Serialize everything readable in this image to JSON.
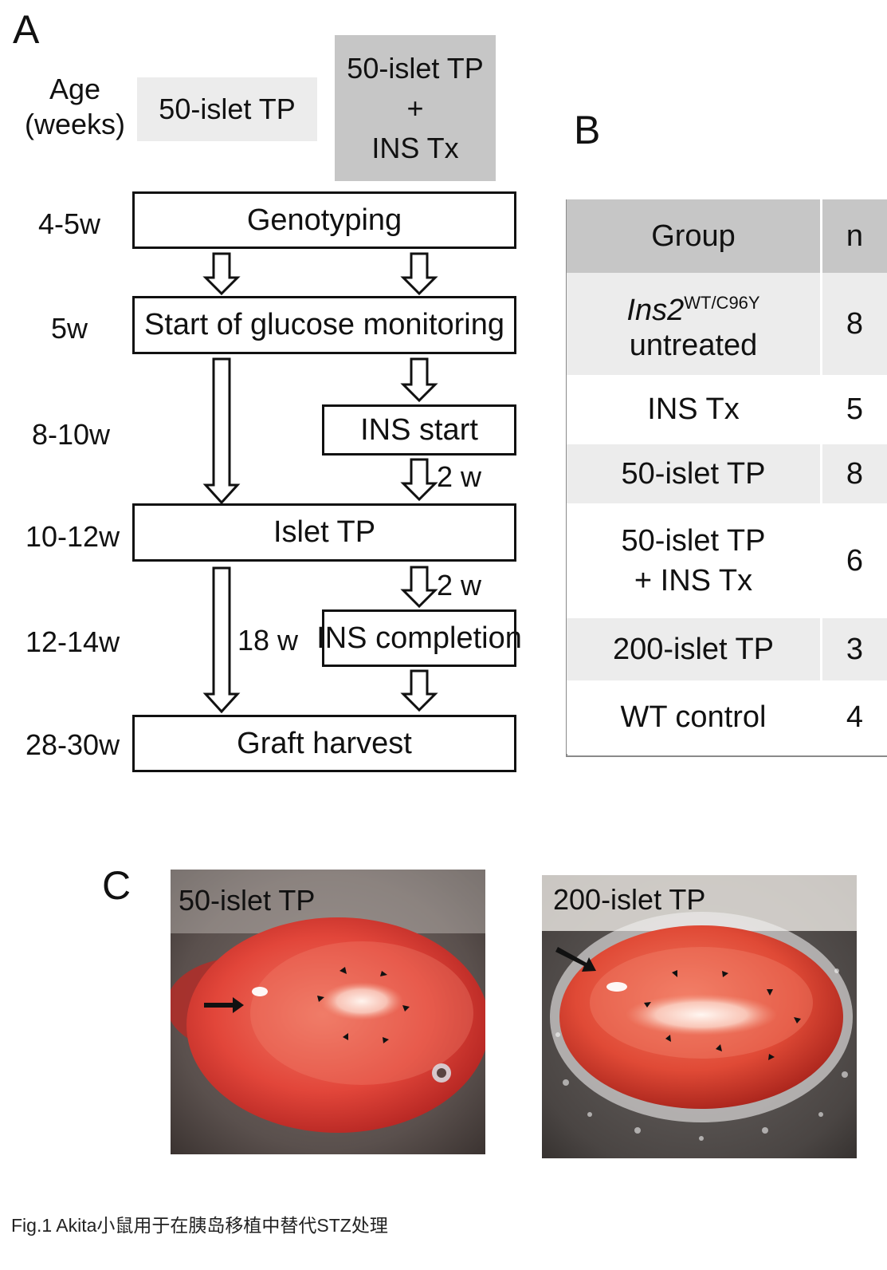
{
  "panel_a": {
    "letter": "A",
    "age_label": "Age\n(weeks)",
    "col1_header": "50-islet TP",
    "col2_header": "50-islet TP\n+\nINS Tx",
    "ages": [
      "4-5w",
      "5w",
      "8-10w",
      "10-12w",
      "12-14w",
      "28-30w"
    ],
    "steps": {
      "genotyping": "Genotyping",
      "glucose": "Start of glucose monitoring",
      "ins_start": "INS start",
      "islet_tp": "Islet TP",
      "ins_completion": "INS completion",
      "graft_harvest": "Graft harvest"
    },
    "arrow_labels": {
      "two_weeks_a": "2 w",
      "two_weeks_b": "2 w",
      "eighteen_weeks": "18 w"
    }
  },
  "panel_b": {
    "letter": "B",
    "headers": {
      "group": "Group",
      "n": "n"
    },
    "rows": [
      {
        "group_gene": "Ins2",
        "group_sup": "WT/C96Y",
        "group_line2": "untreated",
        "n": "8"
      },
      {
        "group": "INS Tx",
        "n": "5"
      },
      {
        "group": "50-islet TP",
        "n": "8"
      },
      {
        "group": "50-islet TP\n+ INS  Tx",
        "n": "6"
      },
      {
        "group": "200-islet TP",
        "n": "3"
      },
      {
        "group": "WT control",
        "n": "4"
      }
    ]
  },
  "panel_c": {
    "letter": "C",
    "photo1_label": "50-islet TP",
    "photo2_label": "200-islet TP"
  },
  "caption": "Fig.1 Akita小鼠用于在胰岛移植中替代STZ处理",
  "colors": {
    "header_light": "#ececec",
    "header_dark": "#c6c6c6",
    "kidney_red": "#d9423c",
    "line": "#111111"
  }
}
